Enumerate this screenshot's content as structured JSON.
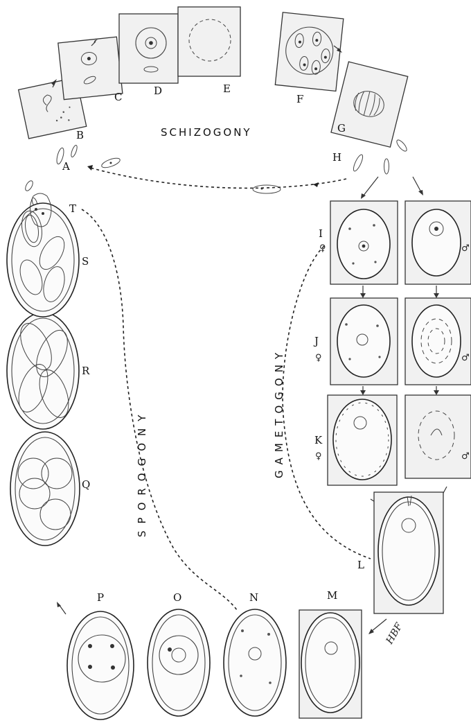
{
  "title": "SCHIZOGONY",
  "phases": {
    "sporogony": "SPOROGONY",
    "gametogony": "GAMETOGONY"
  },
  "stage_labels": {
    "A": "A",
    "B": "B",
    "C1": "C",
    "D": "D",
    "E": "E",
    "F": "F",
    "G": "G",
    "H": "H",
    "I": "I",
    "J": "J",
    "K": "K",
    "L": "L",
    "M": "M",
    "N": "N",
    "O": "O",
    "P": "P",
    "Q": "Q",
    "R": "R",
    "S": "S",
    "T": "T"
  },
  "sex_symbols": {
    "female_I": "♀",
    "female_J": "♀",
    "female_K": "♀",
    "male_I": "♂",
    "male_J": "♂",
    "male_K": "♂"
  },
  "signature": "HBF"
}
